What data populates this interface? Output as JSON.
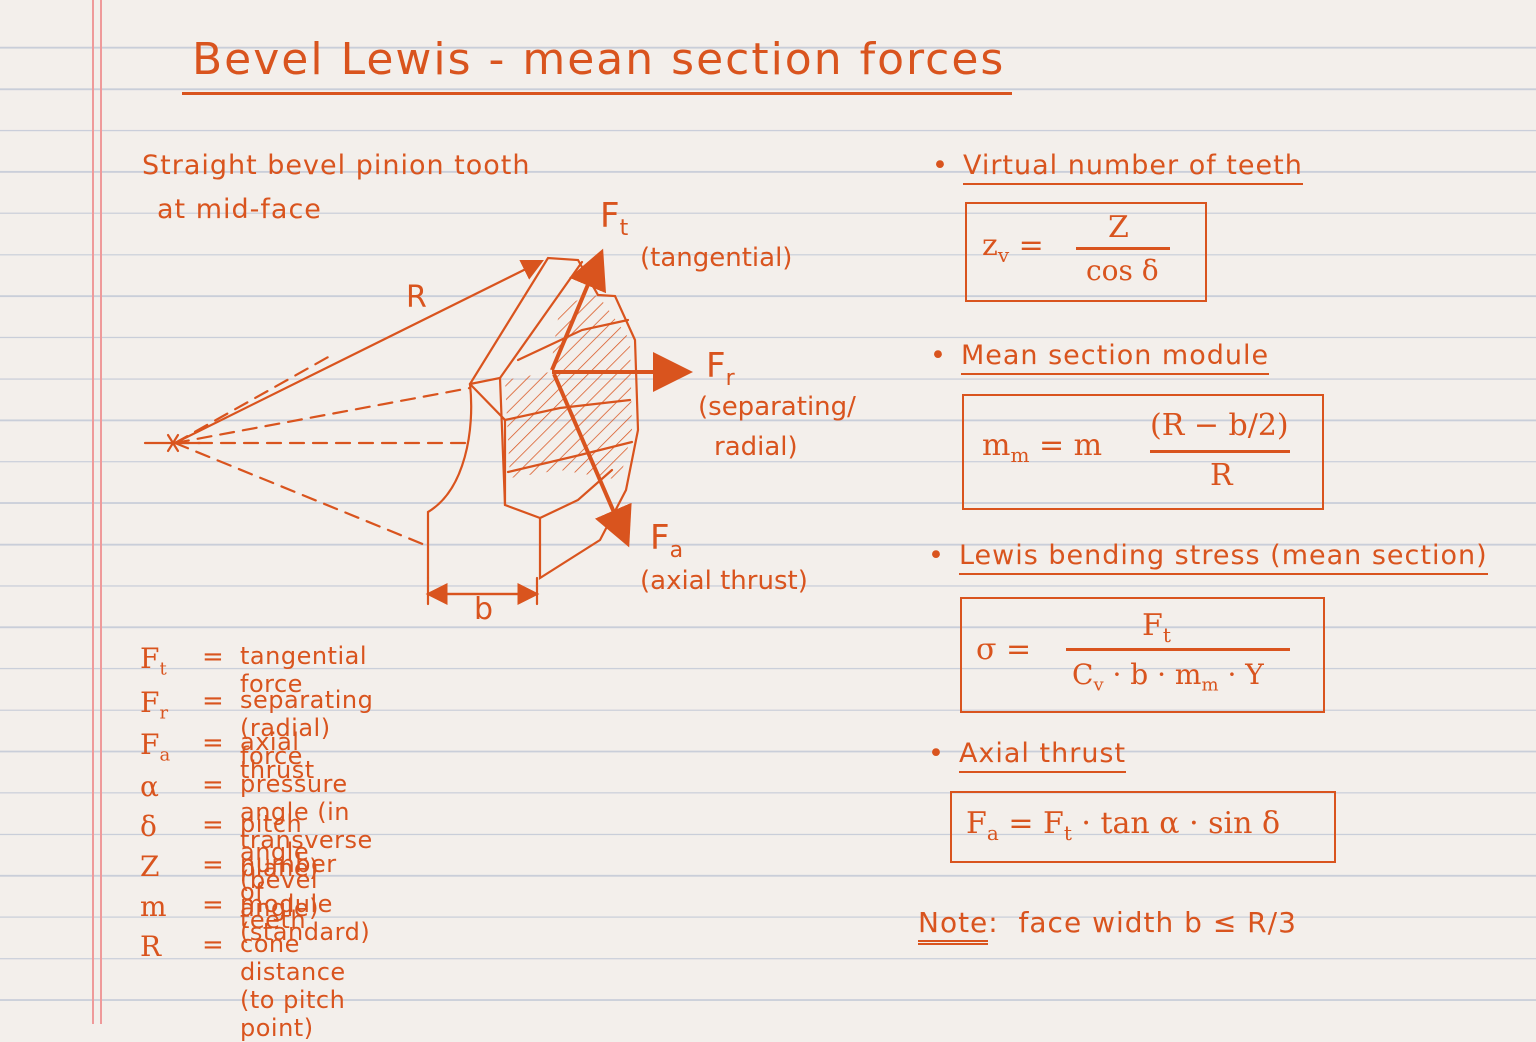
{
  "title": "Bevel Lewis - mean section forces",
  "diagram": {
    "caption_line1": "Straight bevel pinion tooth",
    "caption_line2": "at mid-face",
    "label_R": "R",
    "label_b": "b",
    "force_t": {
      "sym": "F",
      "sub": "t",
      "desc": "(tangential)"
    },
    "force_r": {
      "sym": "F",
      "sub": "r",
      "desc_line1": "(separating/",
      "desc_line2": "radial)"
    },
    "force_a": {
      "sym": "F",
      "sub": "a",
      "desc": "(axial thrust)"
    }
  },
  "legend": [
    {
      "sym": "F",
      "sub": "t",
      "eq": "=",
      "desc": "tangential force"
    },
    {
      "sym": "F",
      "sub": "r",
      "eq": "=",
      "desc": "separating (radial) force"
    },
    {
      "sym": "F",
      "sub": "a",
      "eq": "=",
      "desc": "axial thrust"
    },
    {
      "sym": "α",
      "sub": "",
      "eq": "=",
      "desc": "pressure angle (in transverse plane)"
    },
    {
      "sym": "δ",
      "sub": "",
      "eq": "=",
      "desc": "pitch angle (bevel angle)"
    },
    {
      "sym": "Z",
      "sub": "",
      "eq": "=",
      "desc": "number of teeth"
    },
    {
      "sym": "m",
      "sub": "",
      "eq": "=",
      "desc": "module (standard)"
    },
    {
      "sym": "R",
      "sub": "",
      "eq": "=",
      "desc": "cone distance (to pitch point)"
    }
  ],
  "sections": [
    {
      "bullet": "•",
      "heading": "Virtual number of teeth"
    },
    {
      "bullet": "•",
      "heading": "Mean section module"
    },
    {
      "bullet": "•",
      "heading": "Lewis bending stress (mean section)"
    },
    {
      "bullet": "•",
      "heading": "Axial thrust"
    }
  ],
  "formulas": {
    "zv": {
      "lhs": "z",
      "lhs_sub": "v",
      "eq": "=",
      "num": "Z",
      "den": "cos δ"
    },
    "mm": {
      "lhs": "m",
      "lhs_sub": "m",
      "eq": "=",
      "coef": "m",
      "num": "(R − b/2)",
      "den": "R"
    },
    "sigma": {
      "lhs": "σ",
      "eq": "=",
      "num": "F",
      "num_sub": "t",
      "den_a": "C",
      "den_a_sub": "v",
      "den_b": " · b · m",
      "den_b_sub": "m",
      "den_c": " · Y"
    },
    "fa": {
      "lhs": "F",
      "lhs_sub": "a",
      "eq": "=",
      "rhs_a": "F",
      "rhs_a_sub": "t",
      "rhs_b": " · tan α · sin δ"
    }
  },
  "note": {
    "label": "Note",
    "colon": ":",
    "text": "face width b ≤ R/3"
  }
}
